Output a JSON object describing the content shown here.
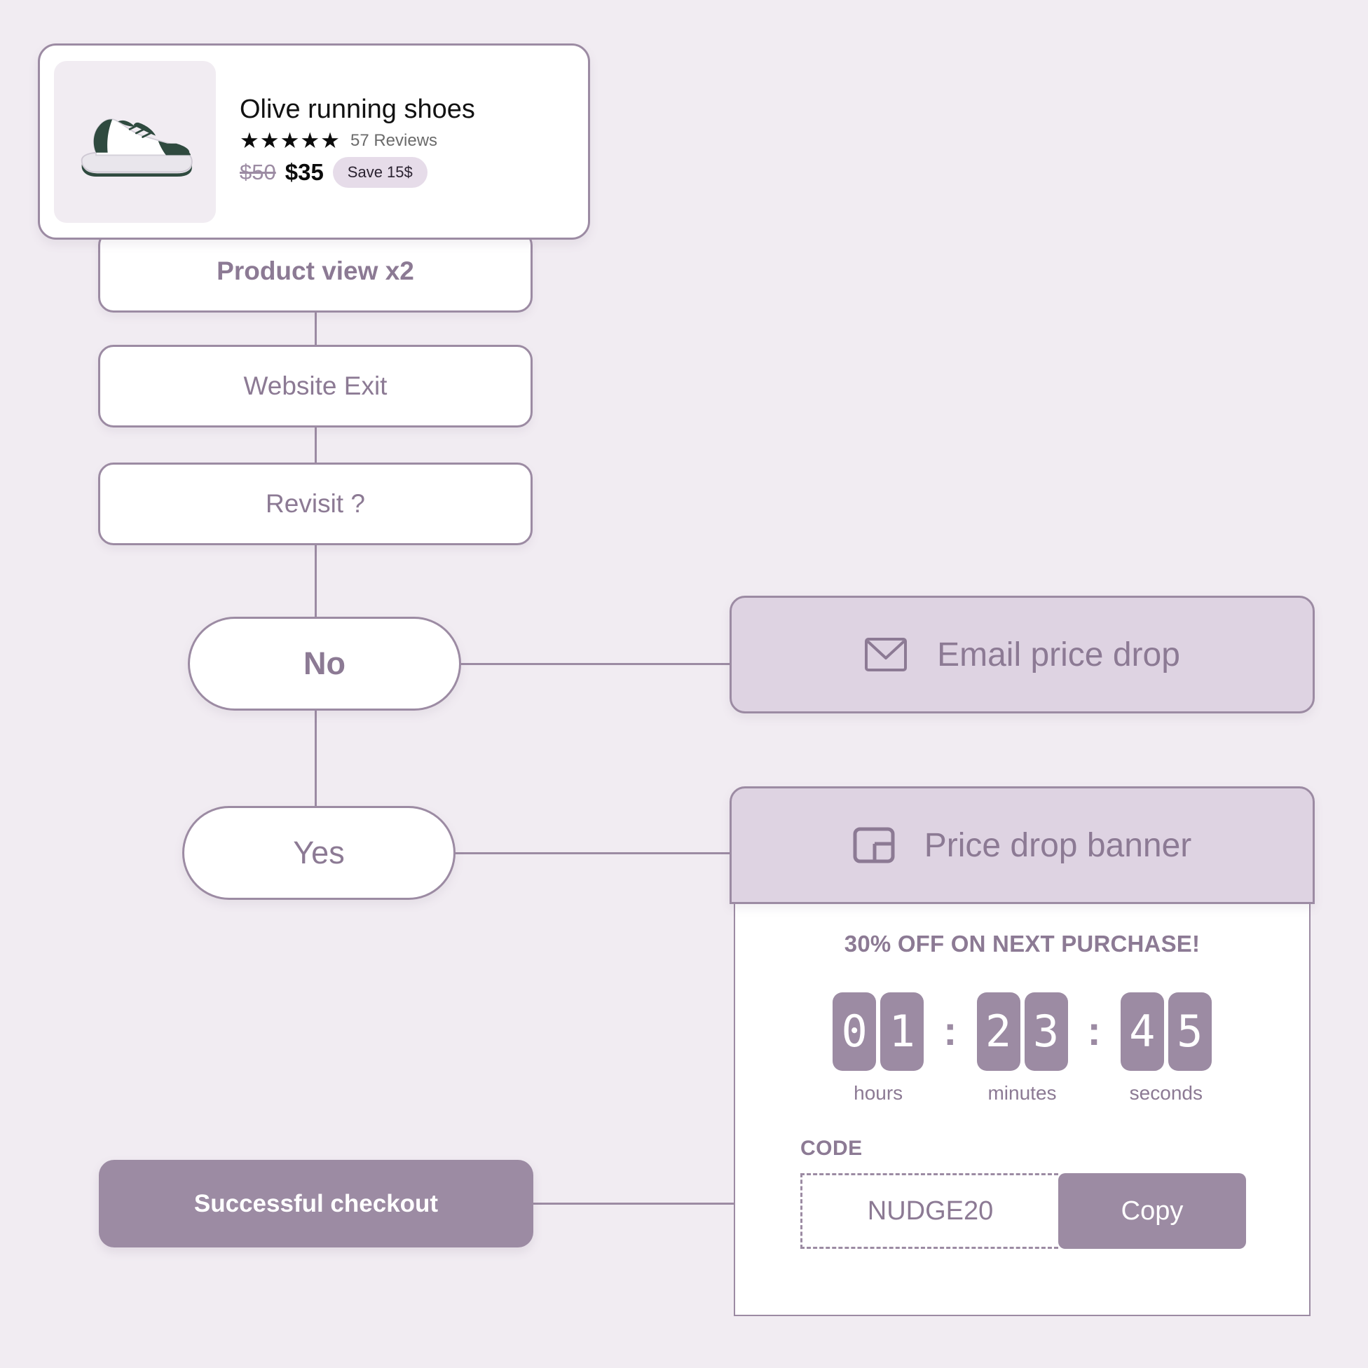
{
  "theme": {
    "background": "#f1ecf2",
    "accent": "#9c8ba3",
    "card_fill": "#ded3e2",
    "text_muted": "#8c7a94",
    "text_dark": "#121212",
    "white": "#ffffff"
  },
  "product_card": {
    "title": "Olive running shoes",
    "stars": "★★★★★",
    "reviews": "57 Reviews",
    "old_price": "$50",
    "new_price": "$35",
    "save_badge": "Save 15$",
    "thumbnail_icon": "sneaker-icon"
  },
  "flow": {
    "steps": [
      {
        "id": "product-view",
        "label": "Product view x2"
      },
      {
        "id": "website-exit",
        "label": "Website Exit"
      },
      {
        "id": "revisit",
        "label": "Revisit ?"
      }
    ],
    "decisions": [
      {
        "id": "no",
        "label": "No"
      },
      {
        "id": "yes",
        "label": "Yes"
      }
    ],
    "terminal": {
      "id": "successful-checkout",
      "label": "Successful checkout"
    }
  },
  "actions": [
    {
      "id": "email-price-drop",
      "label": "Email price drop",
      "icon": "envelope-icon"
    },
    {
      "id": "price-drop-banner",
      "label": "Price drop banner",
      "icon": "banner-layout-icon"
    }
  ],
  "banner": {
    "headline": "30% OFF ON NEXT PURCHASE!",
    "countdown": {
      "separator": ":",
      "groups": [
        {
          "label": "hours",
          "digits": [
            "0",
            "1"
          ]
        },
        {
          "label": "minutes",
          "digits": [
            "2",
            "3"
          ]
        },
        {
          "label": "seconds",
          "digits": [
            "4",
            "5"
          ]
        }
      ]
    },
    "code_label": "CODE",
    "code_value": "NUDGE20",
    "copy_button": "Copy"
  }
}
